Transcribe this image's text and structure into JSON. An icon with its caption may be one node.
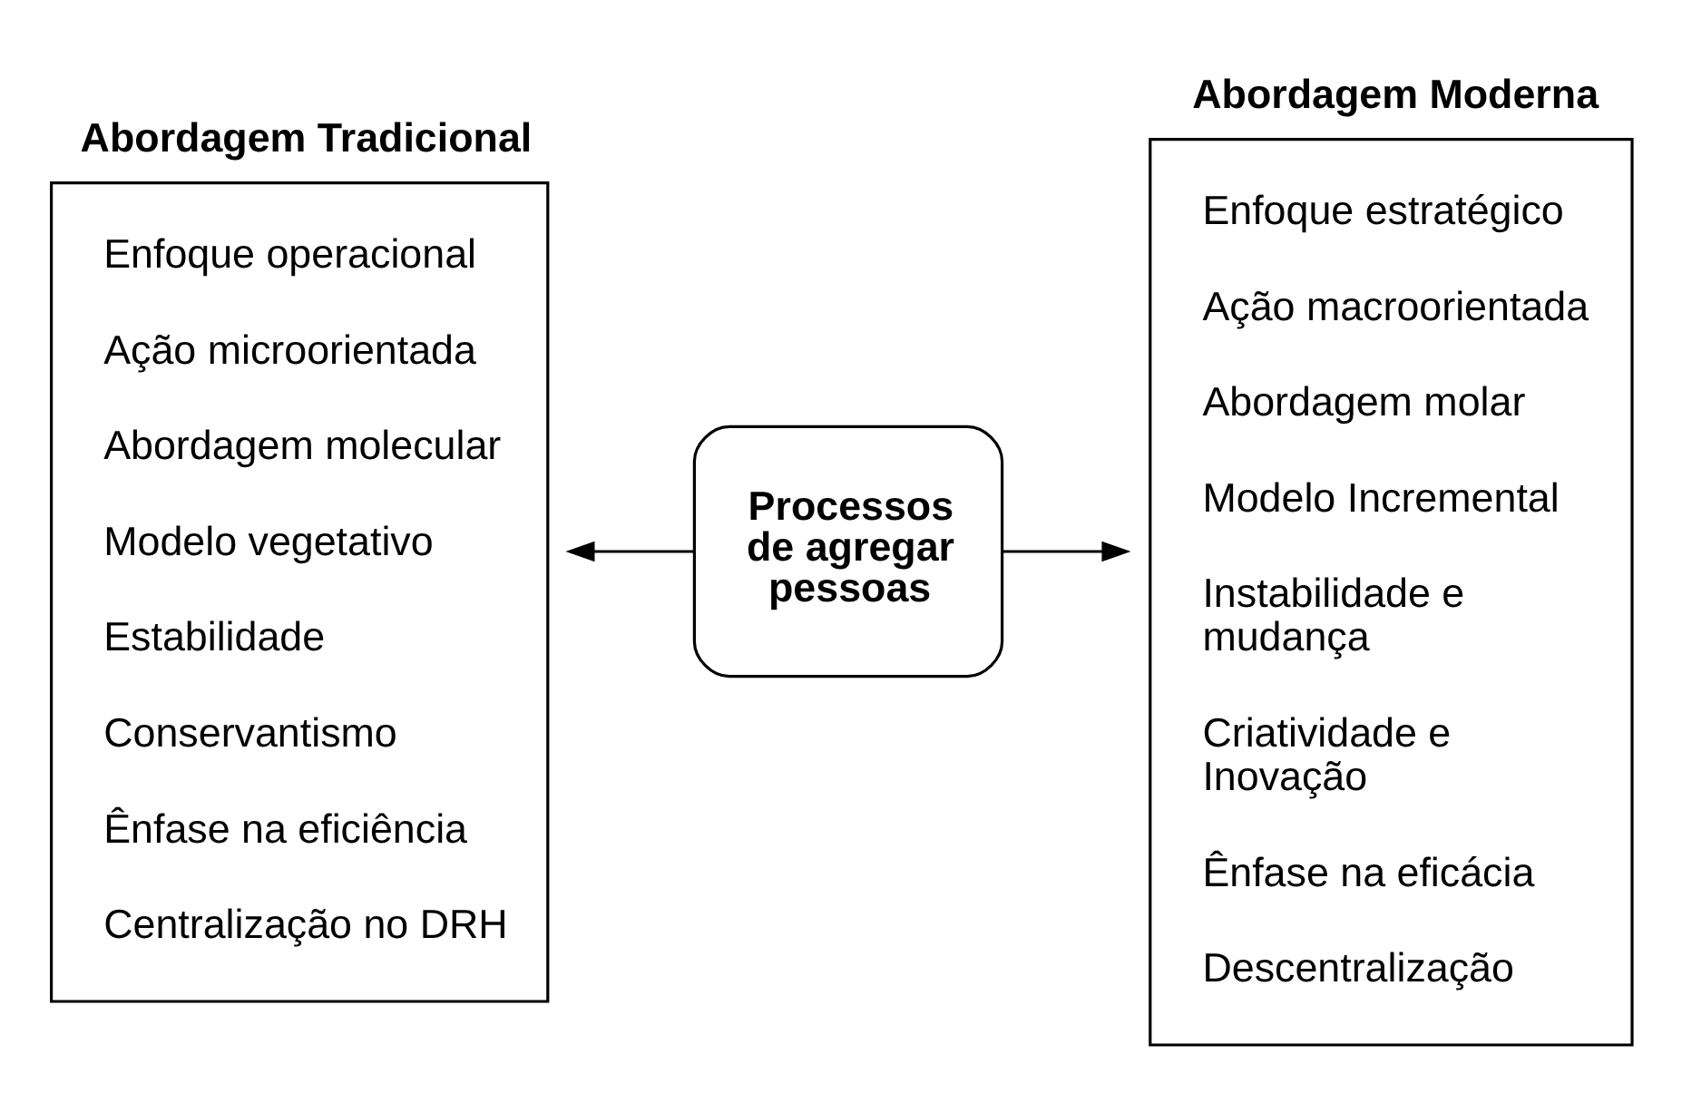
{
  "diagram": {
    "nodes": [
      {
        "text": [
          "Abordagem Tradicional",
          "Enfoque operacional",
          "Ação microorientada",
          "Abordagem molecular",
          "Modelo vegetativo",
          "Estabilidade",
          "Conservantismo",
          "Ênfase na eficiência",
          "Centralização no DRH"
        ]
      },
      {
        "text": [
          "Processos de agregar pessoas"
        ]
      },
      {
        "text": [
          "Abordagem Moderna",
          "Enfoque estratégico",
          "Ação macroorientada",
          "Abordagem molar",
          "Modelo Incremental",
          "Instabilidade e mudança",
          "Criatividade e Inovação",
          "Ênfase na eficácia",
          "Descentralização"
        ]
      }
    ],
    "edges": [
      {
        "from": 1,
        "to": 0,
        "arrow": "to"
      },
      {
        "from": 1,
        "to": 2,
        "arrow": "to"
      }
    ]
  }
}
